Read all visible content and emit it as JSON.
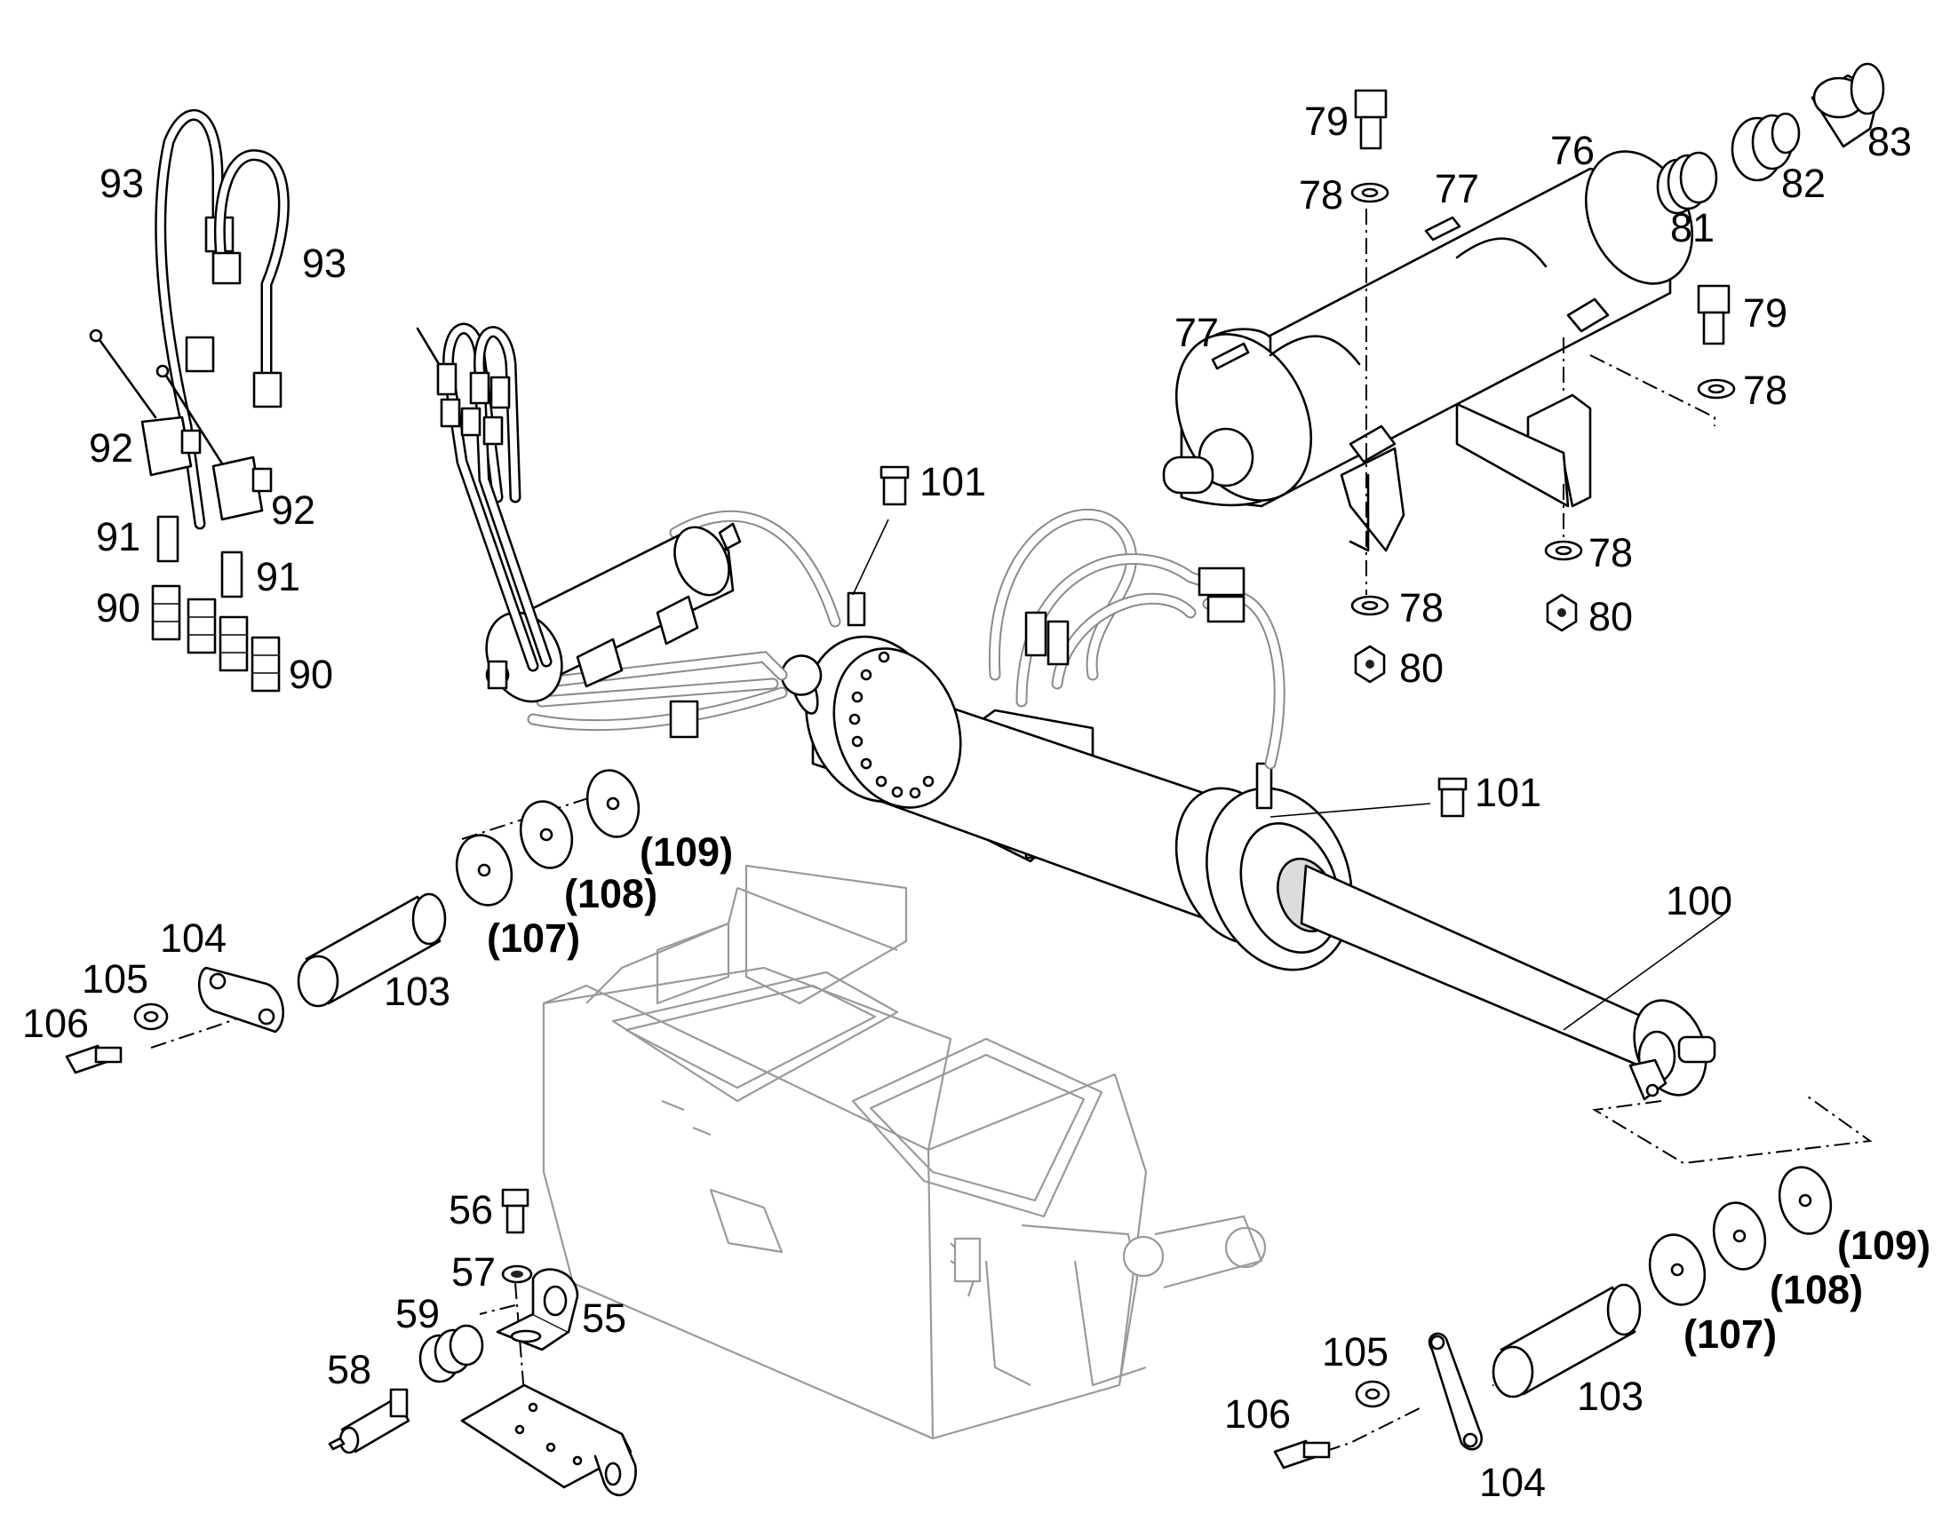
{
  "labels": {
    "l93a": "93",
    "l93b": "93",
    "l92a": "92",
    "l92b": "92",
    "l91a": "91",
    "l91b": "91",
    "l90a": "90",
    "l90b": "90",
    "l79a": "79",
    "l79b": "79",
    "l78a": "78",
    "l78b": "78",
    "l78c": "78",
    "l78d": "78",
    "l77a": "77",
    "l77b": "77",
    "l76": "76",
    "l81": "81",
    "l82": "82",
    "l83": "83",
    "l80a": "80",
    "l80b": "80",
    "l101a": "101",
    "l101b": "101",
    "l100": "100",
    "l109a": "(109)",
    "l108a": "(108)",
    "l107a": "(107)",
    "l109b": "(109)",
    "l108b": "(108)",
    "l107b": "(107)",
    "l104a": "104",
    "l105a": "105",
    "l106a": "106",
    "l103a": "103",
    "l104b": "104",
    "l105b": "105",
    "l106b": "106",
    "l103b": "103",
    "l56": "56",
    "l57": "57",
    "l55": "55",
    "l59": "59",
    "l58": "58"
  }
}
